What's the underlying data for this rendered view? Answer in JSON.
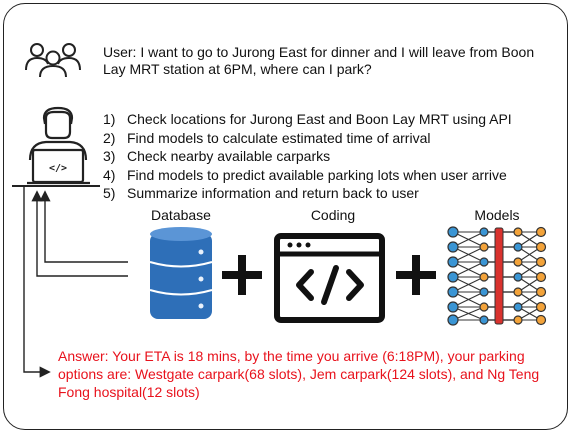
{
  "user_query": "User: I want to go to Jurong East for dinner and I will leave from Boon Lay MRT station at 6PM, where can I park?",
  "steps": [
    {
      "num": "1)",
      "text": "Check locations for Jurong East and Boon Lay MRT using API"
    },
    {
      "num": "2)",
      "text": "Find models to calculate estimated time of arrival"
    },
    {
      "num": "3)",
      "text": "Check nearby available carparks"
    },
    {
      "num": "4)",
      "text": "Find models to predict available parking lots when user arrive"
    },
    {
      "num": "5)",
      "text": "Summarize information and return back to user"
    }
  ],
  "components": {
    "database_label": "Database",
    "coding_label": "Coding",
    "models_label": "Models"
  },
  "answer": "Answer: Your ETA is 18 mins, by the time you arrive (6:18PM), your parking options are: Westgate carpark(68 slots), Jem carpark(124 slots), and Ng Teng Fong hospital(12 slots)",
  "colors": {
    "answer": "#e8121c",
    "database_blue": "#2e6fb8",
    "model_blue": "#3a95d4",
    "model_orange": "#f3a33a",
    "model_red": "#d9322e"
  },
  "icons": [
    "users-icon",
    "developer-laptop-icon",
    "database-icon",
    "code-window-icon",
    "neural-network-icon",
    "plus-icon"
  ]
}
